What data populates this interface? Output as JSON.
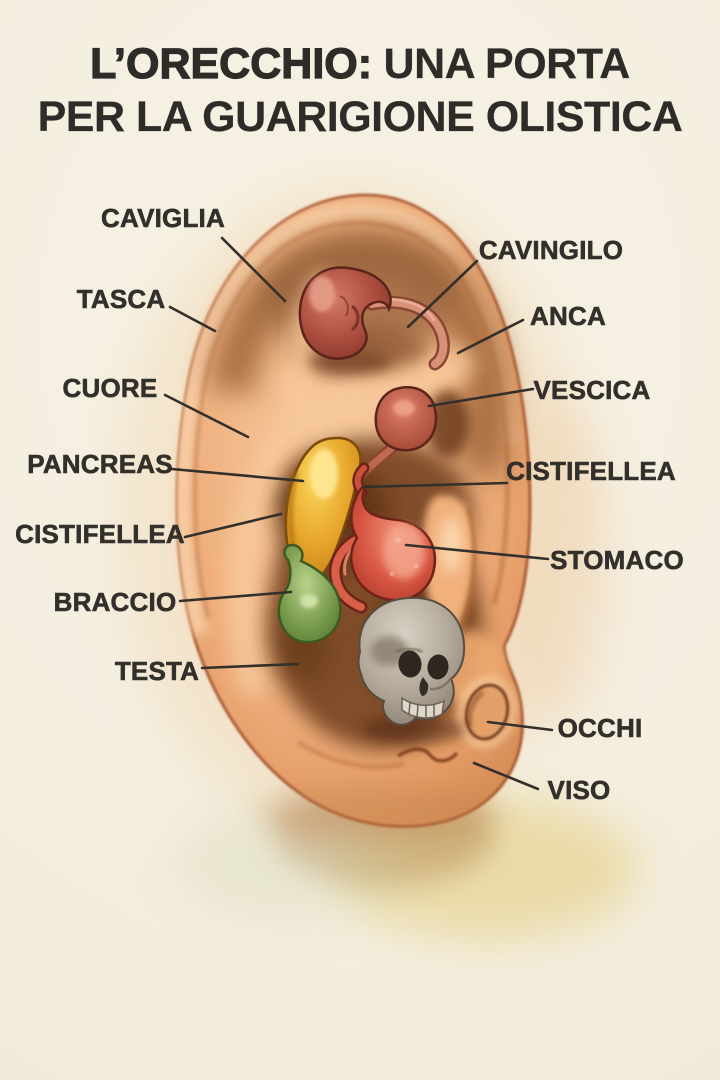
{
  "title": {
    "emphasis": "L’ORECCHIO:",
    "rest": "UNA PORTA",
    "line2": "PER LA GUARIGIONE OLISTICA"
  },
  "labels": {
    "caviglia": "CAVIGLIA",
    "tasca": "TASCA",
    "cuore": "CUORE",
    "pancreas": "PANCREAS",
    "cistifellea_left": "CISTIFELLEA",
    "braccio": "BRACCIO",
    "testa": "TESTA",
    "cavingilo": "CAVINGILO",
    "anca": "ANCA",
    "vescica": "VESCICA",
    "cistifellea_right": "CISTIFELLEA",
    "stomaco": "STOMACO",
    "occhi": "OCCHI",
    "viso": "VISO"
  },
  "illustration": {
    "subject": "watercolor human ear reflexology map",
    "depicted_parts": [
      "kidney with ureter",
      "bladder",
      "yellow pancreas gourd",
      "stomach",
      "green gourd organ",
      "skull",
      "tragus oval",
      "earlobe"
    ]
  },
  "colors": {
    "background": "#f4eedf",
    "title_text": "#2e2c28",
    "label_text": "#33302c",
    "leader_line": "#33302c",
    "skin_light": "#f8cda2",
    "skin_mid": "#eeab77",
    "skin_edge": "#a95830",
    "concha_brown": "#7c4a27",
    "kidney_red": "#b4574a",
    "bladder_red": "#c85c4a",
    "pancreas_yellow": "#e8a72c",
    "stomach_red": "#e06a55",
    "organ_green": "#85a85c",
    "skull_gray": "#b6aca0",
    "wash_yellow": "#ddc25e"
  }
}
